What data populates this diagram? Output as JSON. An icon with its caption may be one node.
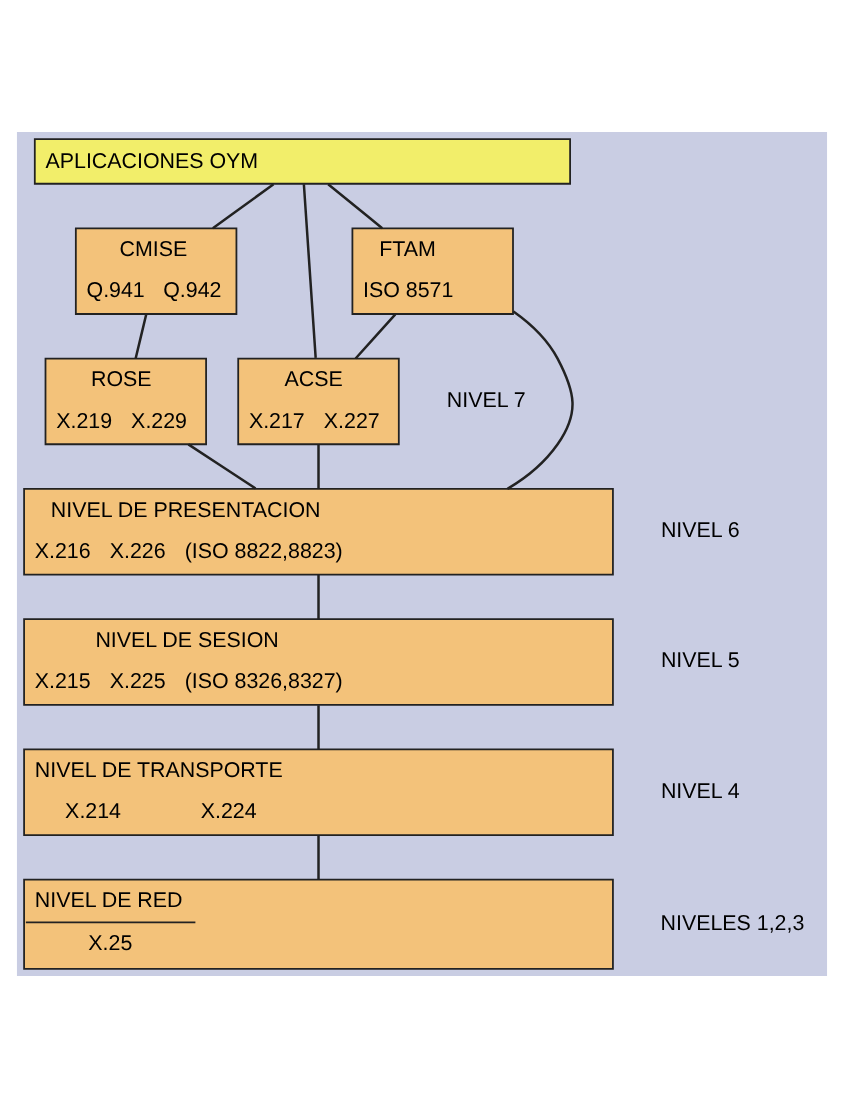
{
  "diagram": {
    "nodes": [
      {
        "text": [
          "APLICACIONES OYM"
        ]
      },
      {
        "text": [
          "CMISE",
          "Q.941",
          "Q.942"
        ]
      },
      {
        "text": [
          "FTAM",
          "ISO 8571"
        ]
      },
      {
        "text": [
          "ROSE",
          "X.219",
          "X.229"
        ]
      },
      {
        "text": [
          "ACSE",
          "X.217",
          "X.227"
        ]
      },
      {
        "text": [
          "NIVEL DE PRESENTACION",
          "X.216",
          "X.226",
          "(ISO 8822,8823)"
        ]
      },
      {
        "text": [
          "NIVEL DE SESION",
          "X.215",
          "X.225",
          "(ISO 8326,8327)"
        ]
      },
      {
        "text": [
          "NIVEL DE TRANSPORTE",
          "X.214",
          "X.224"
        ]
      },
      {
        "text": [
          "NIVEL DE RED",
          "X.25"
        ]
      }
    ],
    "edges": [
      {
        "from": 0,
        "to": 1,
        "arrow": "none"
      },
      {
        "from": 0,
        "to": 4,
        "arrow": "none"
      },
      {
        "from": 0,
        "to": 2,
        "arrow": "none"
      },
      {
        "from": 1,
        "to": 3,
        "arrow": "none"
      },
      {
        "from": 2,
        "to": 4,
        "arrow": "none"
      },
      {
        "from": 3,
        "to": 5,
        "arrow": "none"
      },
      {
        "from": 4,
        "to": 5,
        "arrow": "none"
      },
      {
        "from": 2,
        "to": 5,
        "arrow": "none"
      },
      {
        "from": 5,
        "to": 6,
        "arrow": "none"
      },
      {
        "from": 6,
        "to": 7,
        "arrow": "none"
      },
      {
        "from": 7,
        "to": 8,
        "arrow": "none"
      }
    ],
    "labels": [
      "NIVEL 7",
      "NIVEL 6",
      "NIVEL 5",
      "NIVEL 4",
      "NIVELES 1,2,3"
    ]
  }
}
